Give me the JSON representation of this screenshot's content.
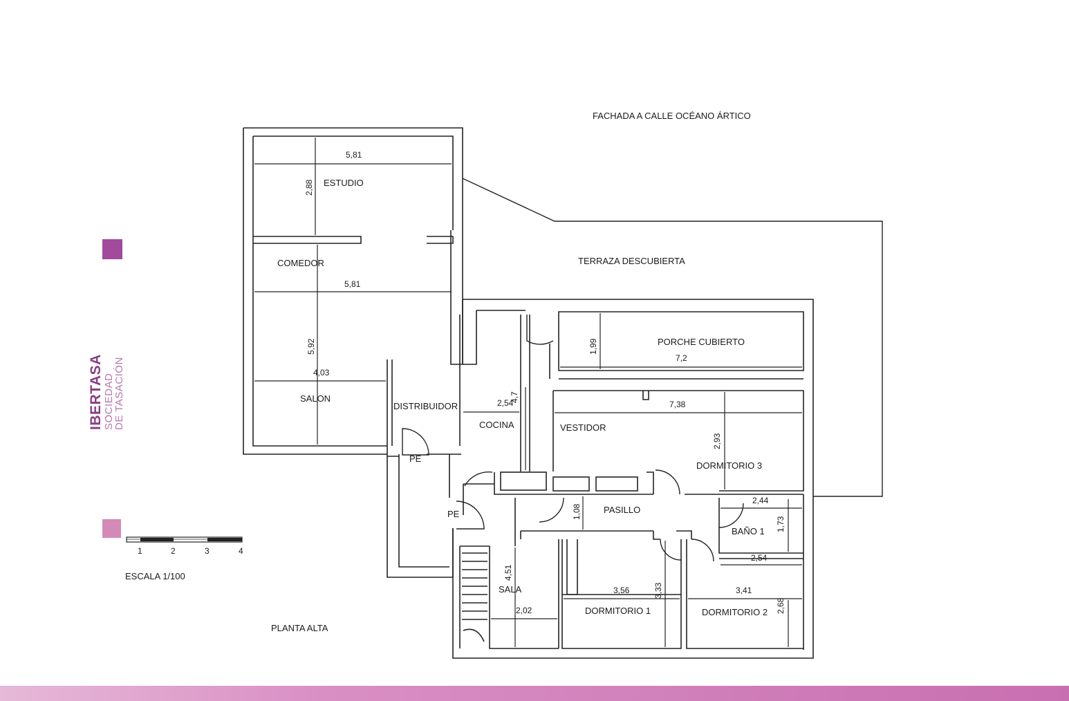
{
  "titles": {
    "facade": "FACHADA A CALLE OCÉANO ÁRTICO",
    "terrace": "TERRAZA DESCUBIERTA",
    "plan_name": "PLANTA ALTA",
    "scale_label": "ESCALA 1/100"
  },
  "brand": {
    "name": "IBERTASA",
    "line1": "SOCIEDAD",
    "line2": "DE TASACIÓN",
    "colors": {
      "swatch_dark": "#a24a9c",
      "swatch_light": "#d48ab6",
      "brand_text": "#8a3f84"
    }
  },
  "scale_ticks": [
    "1",
    "2",
    "3",
    "4"
  ],
  "rooms": {
    "estudio": "ESTUDIO",
    "comedor": "COMEDOR",
    "salon": "SALON",
    "distribuidor": "DISTRIBUIDOR",
    "cocina": "COCINA",
    "vestidor": "VESTIDOR",
    "porche": "PORCHE CUBIERTO",
    "dormitorio3": "DORMITORIO 3",
    "pasillo": "PASILLO",
    "bano1": "BAÑO 1",
    "pe_upper": "PE",
    "pe_lower": "PE",
    "sala": "SALA",
    "dormitorio1": "DORMITORIO 1",
    "dormitorio2": "DORMITORIO 2"
  },
  "dimensions": {
    "estudio_w": "5,81",
    "estudio_h": "2,88",
    "comedor_w": "5,81",
    "comedor_h": "5,92",
    "salon_w": "4,03",
    "cocina_w": "2,54",
    "cocina_h": "4,7",
    "porche_h": "1,99",
    "porche_w": "7,2",
    "vestidor_w": "7,38",
    "dorm3_h": "2,93",
    "pasillo_h": "1,08",
    "bano_w": "2,44",
    "bano_h": "1,73",
    "bano_w2": "2,54",
    "sala_h": "4,51",
    "sala_w": "2,02",
    "dorm1_w": "3,56",
    "dorm1_h": "3,33",
    "dorm2_w": "3,41",
    "dorm2_h": "2,68"
  }
}
